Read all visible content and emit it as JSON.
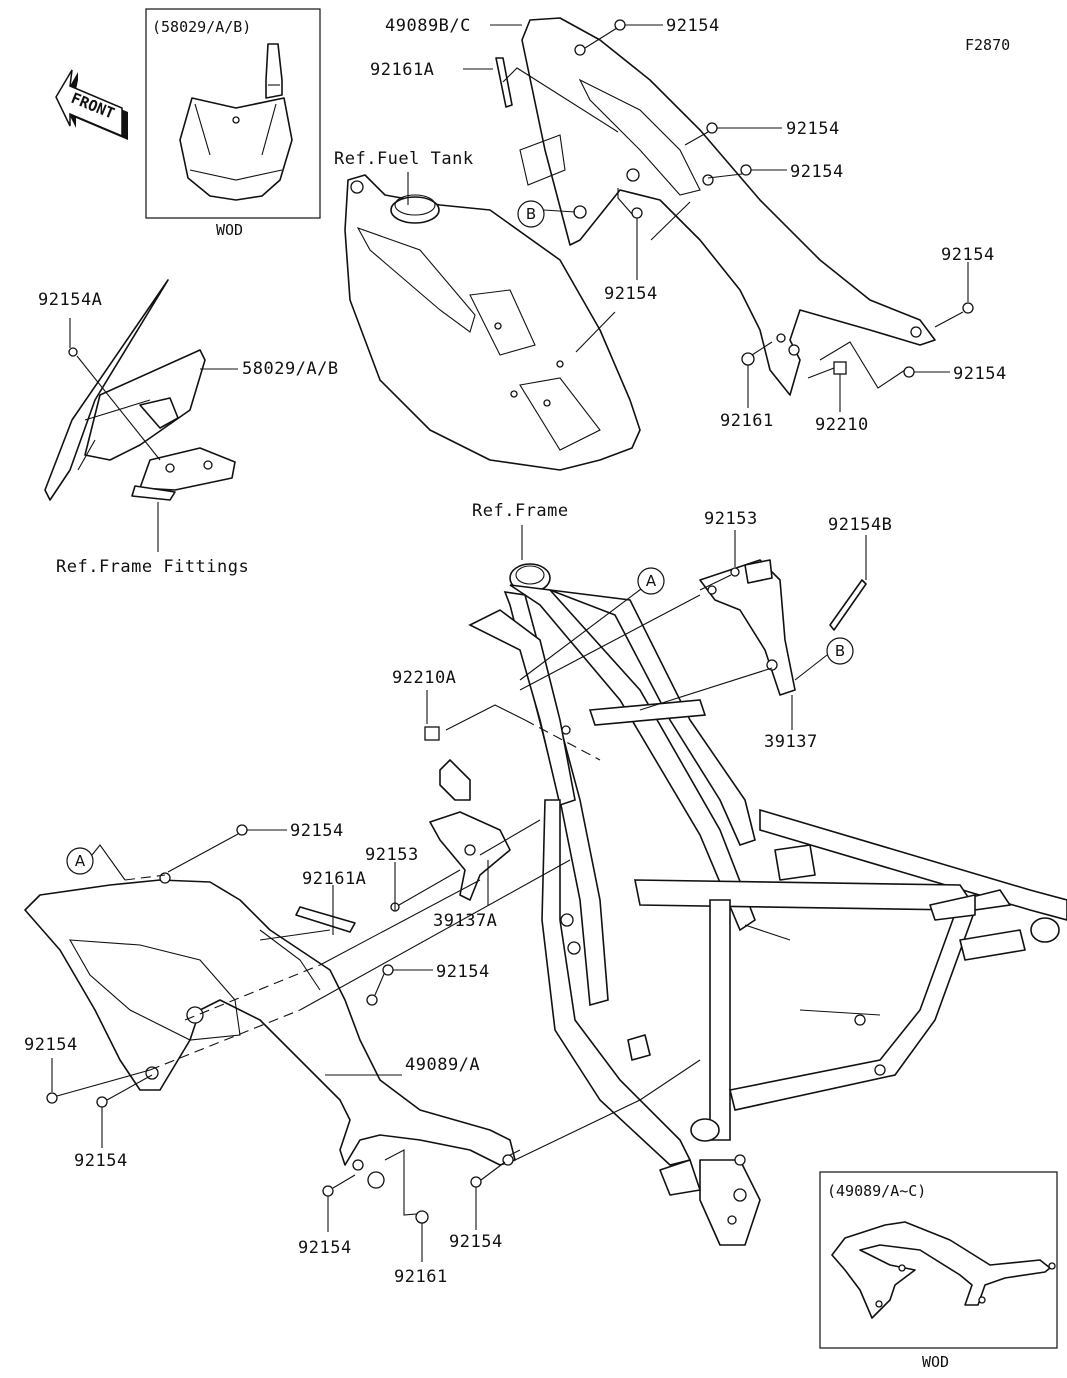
{
  "diagram": {
    "figure_code": "F2870",
    "front_indicator": "FRONT",
    "insets": [
      {
        "id": "number-plate-inset",
        "title": "(58029/A/B)",
        "caption": "WOD"
      },
      {
        "id": "shroud-inset",
        "title": "(49089/A~C)",
        "caption": "WOD"
      }
    ],
    "references": {
      "fuel_tank": "Ref.Fuel Tank",
      "frame": "Ref.Frame",
      "frame_fittings": "Ref.Frame Fittings"
    },
    "callouts": {
      "a": "A",
      "b": "B"
    },
    "part_labels": {
      "p49089bc": "49089B/C",
      "p92154_top": "92154",
      "p92161a_top": "92161A",
      "p92154_upper_mid": "92154",
      "p92154_upper_right": "92154",
      "p92154_upper_lower": "92154",
      "p92154_far_right": "92154",
      "p92154_right_lower": "92154",
      "p92161_right": "92161",
      "p92210": "92210",
      "p92154a": "92154A",
      "p58029ab": "58029/A/B",
      "p92153_upper": "92153",
      "p92154b": "92154B",
      "p92210a": "92210A",
      "p39137": "39137",
      "p92154_lower_top": "92154",
      "p92153_lower": "92153",
      "p92161a_lower": "92161A",
      "p39137a": "39137A",
      "p92154_lower_mid": "92154",
      "p92154_lower_left": "92154",
      "p92154_lower_left2": "92154",
      "p49089a": "49089/A",
      "p92154_bottom_left": "92154",
      "p92154_bottom_right": "92154",
      "p92161_bottom": "92161"
    }
  }
}
